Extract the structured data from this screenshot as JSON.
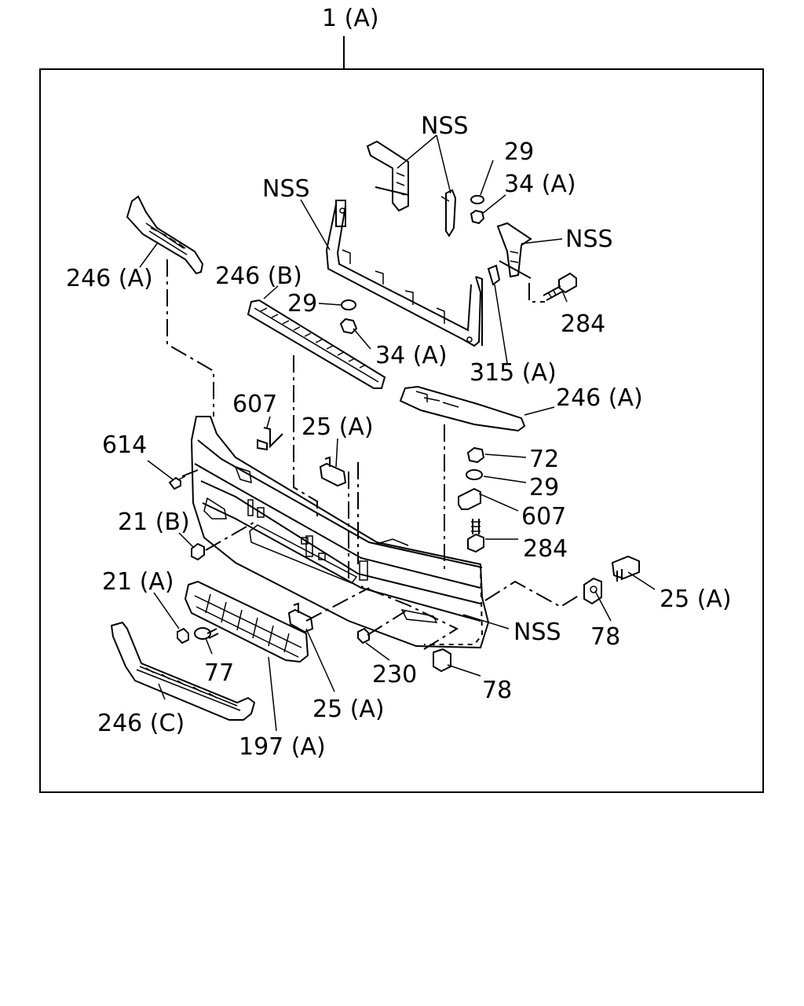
{
  "assembly": {
    "label": "1 (A)"
  },
  "callouts": [
    {
      "id": "nss-top",
      "text": "NSS"
    },
    {
      "id": "29-top",
      "text": "29"
    },
    {
      "id": "34a-top",
      "text": "34 (A)"
    },
    {
      "id": "nss-left",
      "text": "NSS"
    },
    {
      "id": "nss-right",
      "text": "NSS"
    },
    {
      "id": "246a-left",
      "text": "246 (A)"
    },
    {
      "id": "246b",
      "text": "246 (B)"
    },
    {
      "id": "29-mid",
      "text": "29"
    },
    {
      "id": "284-top",
      "text": "284"
    },
    {
      "id": "34a-mid",
      "text": "34 (A)"
    },
    {
      "id": "315a",
      "text": "315 (A)"
    },
    {
      "id": "607-top",
      "text": "607"
    },
    {
      "id": "246a-right",
      "text": "246 (A)"
    },
    {
      "id": "25a-top",
      "text": "25 (A)"
    },
    {
      "id": "614",
      "text": "614"
    },
    {
      "id": "72",
      "text": "72"
    },
    {
      "id": "29-right",
      "text": "29"
    },
    {
      "id": "607-right",
      "text": "607"
    },
    {
      "id": "21b",
      "text": "21 (B)"
    },
    {
      "id": "284-right",
      "text": "284"
    },
    {
      "id": "25a-right",
      "text": "25 (A)"
    },
    {
      "id": "21a",
      "text": "21 (A)"
    },
    {
      "id": "nss-bottom",
      "text": "NSS"
    },
    {
      "id": "78-right",
      "text": "78"
    },
    {
      "id": "77",
      "text": "77"
    },
    {
      "id": "230",
      "text": "230"
    },
    {
      "id": "78-bottom",
      "text": "78"
    },
    {
      "id": "25a-bottom",
      "text": "25 (A)"
    },
    {
      "id": "246c",
      "text": "246 (C)"
    },
    {
      "id": "197a",
      "text": "197 (A)"
    }
  ]
}
